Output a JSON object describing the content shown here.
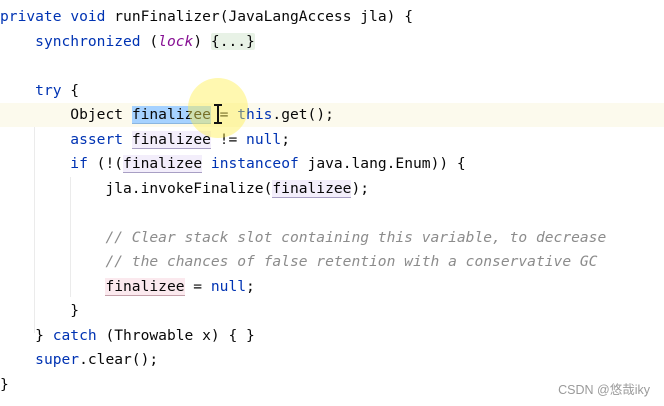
{
  "editor": {
    "lines": {
      "l1": {
        "kw1": "private",
        "kw2": "void",
        "rest": " runFinalizer(JavaLangAccess jla) {"
      },
      "l2": {
        "kw": "synchronized",
        "open": " (",
        "field": "lock",
        "close": ") ",
        "fold": "{...}"
      },
      "l4": {
        "kw": "try",
        "rest": " {"
      },
      "l5": {
        "type": "Object ",
        "var": "finalizee",
        "rest": " = ",
        "kw": "this",
        "tail": ".get();"
      },
      "l6": {
        "kw": "assert",
        "sp": " ",
        "var": "finalizee",
        "mid": " != ",
        "kw2": "null",
        "tail": ";"
      },
      "l7": {
        "kw": "if",
        "open": " (!(",
        "var": "finalizee",
        "sp": " ",
        "kw2": "instanceof",
        "tail": " java.lang.Enum)) {"
      },
      "l8": {
        "pre": "jla.invokeFinalize(",
        "var": "finalizee",
        "tail": ");"
      },
      "l10": {
        "comment": "// Clear stack slot containing this variable, to decrease"
      },
      "l11": {
        "comment": "// the chances of false retention with a conservative GC"
      },
      "l12": {
        "var": "finalizee",
        "mid": " = ",
        "kw": "null",
        "tail": ";"
      },
      "l13": {
        "text": "}"
      },
      "l14": {
        "pre": "} ",
        "kw": "catch",
        "tail": " (Throwable x) { }"
      },
      "l15": {
        "kw": "super",
        "tail": ".clear();"
      },
      "l16": {
        "text": "}"
      }
    },
    "cursor": "text-cursor",
    "current_line": 5
  },
  "watermark": "CSDN @悠哉iky",
  "colors": {
    "keyword": "#0033b3",
    "field": "#871094",
    "comment": "#8c8c8c",
    "selection": "#a6d2ff",
    "current_line": "#fcfaed",
    "cursor_highlight": "#fff050"
  }
}
